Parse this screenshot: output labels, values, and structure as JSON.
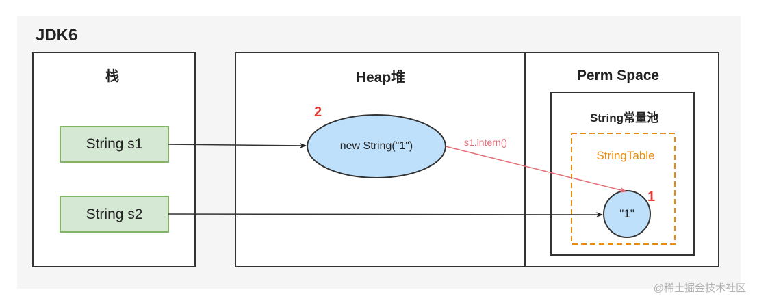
{
  "diagram": {
    "title": "JDK6",
    "stack": {
      "title": "栈",
      "items": [
        {
          "label": "String s1"
        },
        {
          "label": "String s2"
        }
      ]
    },
    "heap": {
      "title": "Heap堆",
      "object": {
        "label": "new String(\"1\")",
        "marker": "2"
      }
    },
    "perm_space": {
      "title": "Perm Space",
      "pool": {
        "title": "String常量池",
        "table": {
          "title": "StringTable",
          "literal": {
            "label": "\"1\"",
            "marker": "1"
          }
        }
      }
    },
    "edges": [
      {
        "from": "String s1",
        "to": "new String(\"1\")",
        "label": ""
      },
      {
        "from": "String s2",
        "to": "\"1\"",
        "label": ""
      },
      {
        "from": "new String(\"1\")",
        "to": "\"1\"",
        "label": "s1.intern()"
      }
    ],
    "colors": {
      "box_border": "#333333",
      "stack_item_fill": "#d5e8d4",
      "stack_item_border": "#82b366",
      "node_fill": "#bfe0fb",
      "table_border": "#e88a0c",
      "intern_edge": "#e06b75",
      "marker": "#e53935"
    }
  },
  "watermark": "@稀土掘金技术社区"
}
